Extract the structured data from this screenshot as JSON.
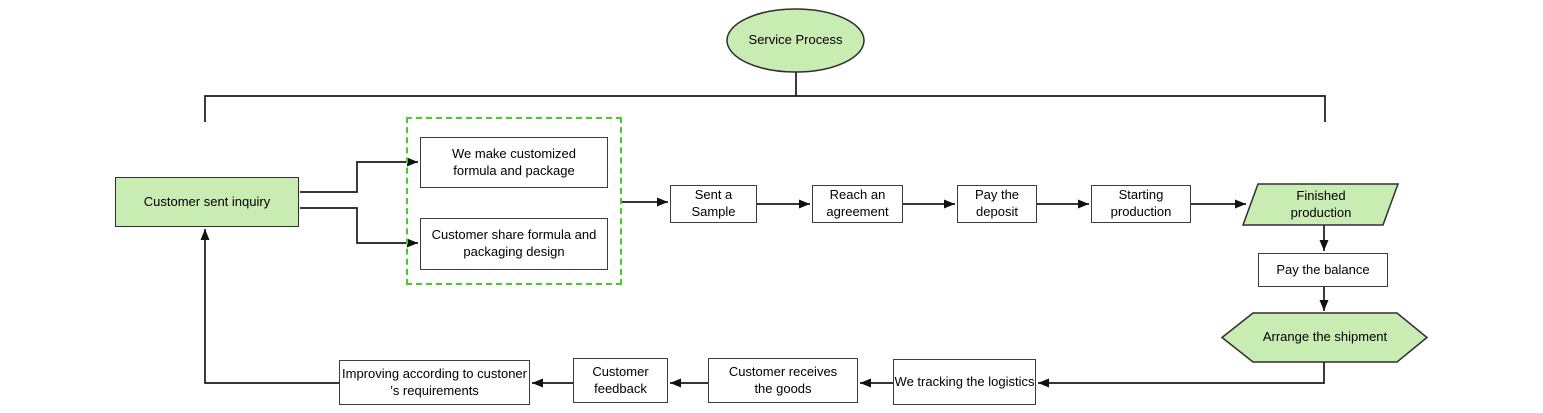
{
  "diagram": {
    "title": "Service Process",
    "type": "flowchart",
    "colors": {
      "node_fill_green": "#c9ecb3",
      "dashed_group_border": "#45cc28",
      "connector": "#1a1a1a",
      "box_border": "#3c3c3c",
      "background": "#ffffff"
    },
    "nodes": {
      "start": {
        "label": "Service Process",
        "shape": "ellipse"
      },
      "customer_sent_inquiry": {
        "label": "Customer sent inquiry",
        "shape": "rect-green"
      },
      "we_make_customized": {
        "label": "We make customized formula and package",
        "shape": "rect"
      },
      "customer_share_formula": {
        "label": "Customer share formula and packaging design",
        "shape": "rect"
      },
      "sent_a_sample": {
        "label": "Sent a Sample",
        "shape": "rect"
      },
      "reach_an_agreement": {
        "label": "Reach an agreement",
        "shape": "rect"
      },
      "pay_the_deposit": {
        "label": "Pay the deposit",
        "shape": "rect"
      },
      "starting_production": {
        "label": "Starting production",
        "shape": "rect"
      },
      "finished_production": {
        "label": "Finished production",
        "shape": "parallelogram-green"
      },
      "pay_the_balance": {
        "label": "Pay the balance",
        "shape": "rect"
      },
      "arrange_the_shipment": {
        "label": "Arrange the shipment",
        "shape": "hexagon-green"
      },
      "we_tracking_the_logistics": {
        "label": "We tracking the logistics",
        "shape": "rect"
      },
      "customer_receives_the_goods": {
        "label": "Customer receives the goods",
        "shape": "rect"
      },
      "customer_feedback": {
        "label": "Customer feedback",
        "shape": "rect"
      },
      "improving_requirements": {
        "label": "Improving according to custoner ’s requirements",
        "shape": "rect"
      }
    },
    "edges": [
      [
        "start",
        "top-branch-bar"
      ],
      [
        "customer_sent_inquiry",
        "we_make_customized"
      ],
      [
        "customer_sent_inquiry",
        "customer_share_formula"
      ],
      [
        "formula-group",
        "sent_a_sample"
      ],
      [
        "sent_a_sample",
        "reach_an_agreement"
      ],
      [
        "reach_an_agreement",
        "pay_the_deposit"
      ],
      [
        "pay_the_deposit",
        "starting_production"
      ],
      [
        "starting_production",
        "finished_production"
      ],
      [
        "finished_production",
        "pay_the_balance"
      ],
      [
        "pay_the_balance",
        "arrange_the_shipment"
      ],
      [
        "arrange_the_shipment",
        "we_tracking_the_logistics"
      ],
      [
        "we_tracking_the_logistics",
        "customer_receives_the_goods"
      ],
      [
        "customer_receives_the_goods",
        "customer_feedback"
      ],
      [
        "customer_feedback",
        "improving_requirements"
      ],
      [
        "improving_requirements",
        "customer_sent_inquiry"
      ]
    ]
  }
}
